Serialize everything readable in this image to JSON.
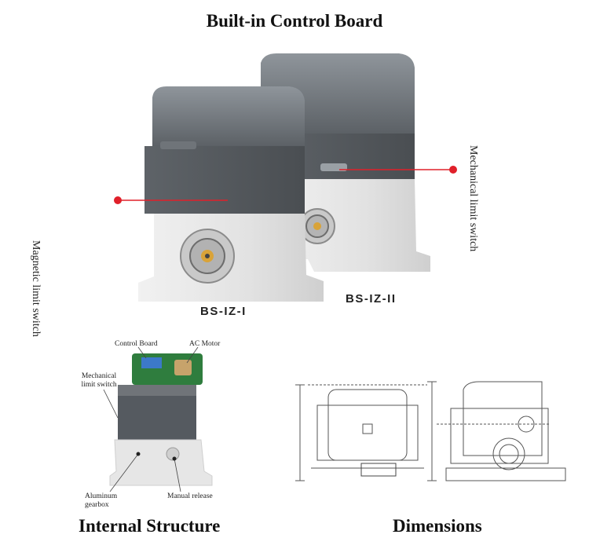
{
  "header": {
    "title": "Built-in Control Board"
  },
  "top_section": {
    "model_left": "BS-IZ-I",
    "model_right": "BS-IZ-II",
    "callout_left": "Magnetic limit switch",
    "callout_right": "Mechanical limit switch",
    "callout_color": "#e0202a"
  },
  "internal": {
    "caption": "Internal Structure",
    "labels": {
      "control_board": "Control Board",
      "ac_motor": "AC Motor",
      "mech_limit_line1": "Mechanical",
      "mech_limit_line2": "limit switch",
      "aluminum_line1": "Aluminum",
      "aluminum_line2": "gearbox",
      "manual_release": "Manual release"
    }
  },
  "dimensions": {
    "caption": "Dimensions"
  }
}
